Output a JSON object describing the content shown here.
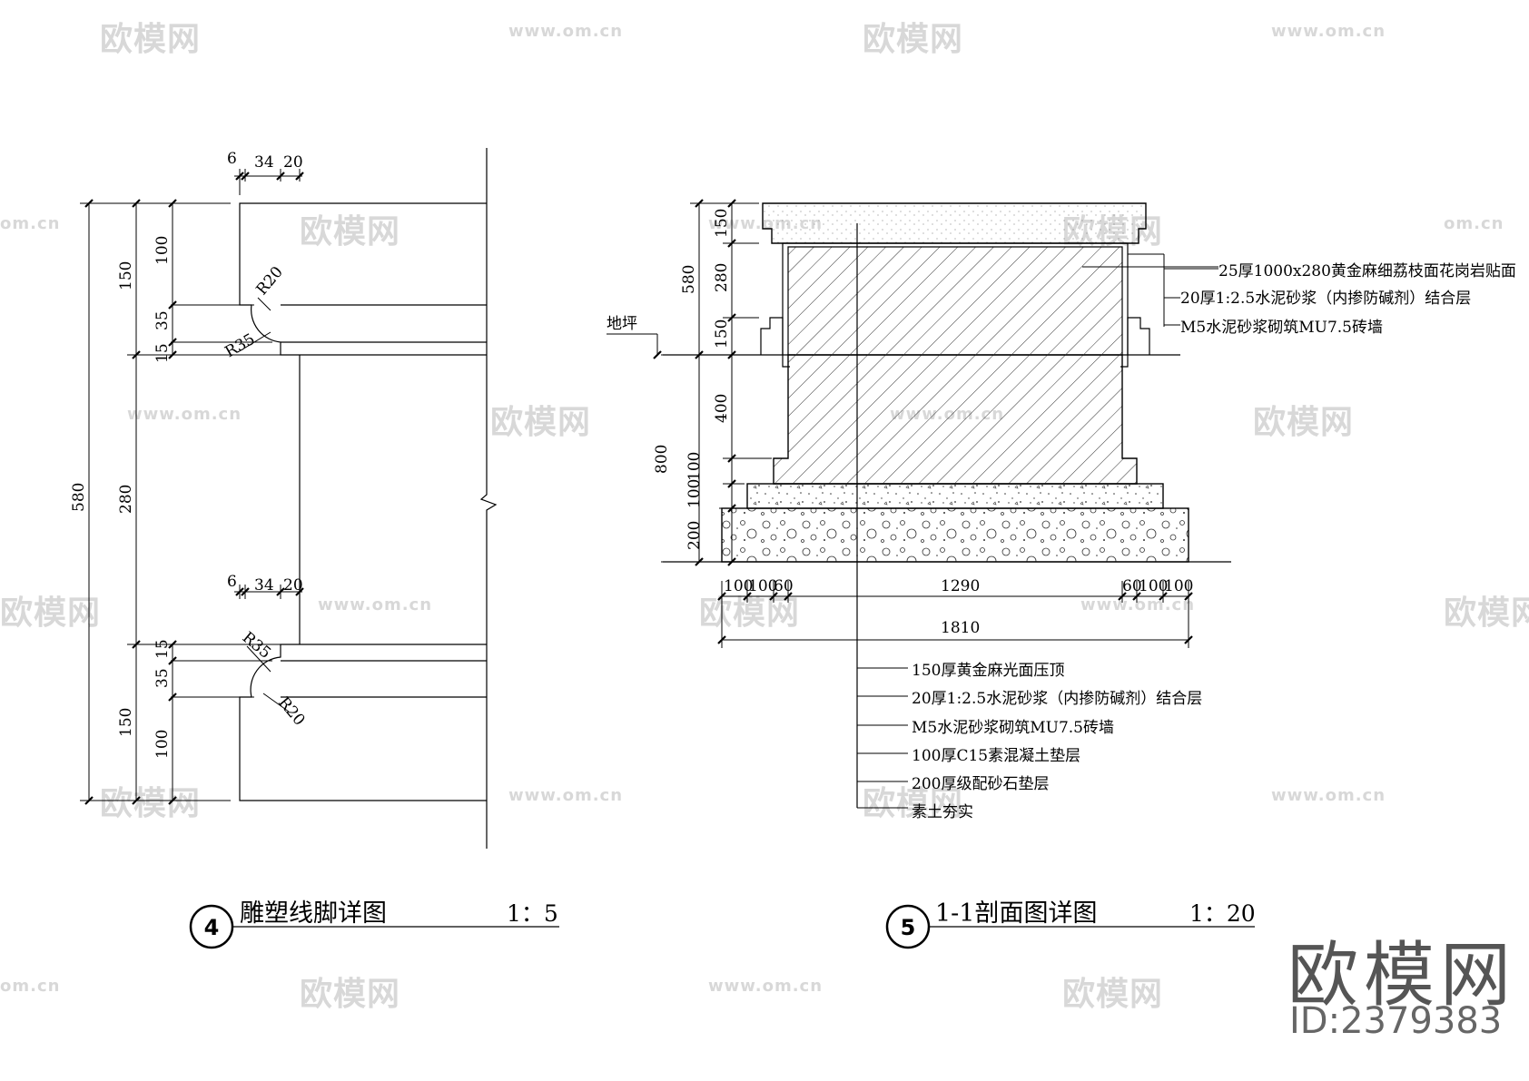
{
  "watermarks": {
    "logo_text": "欧模网",
    "url_text": "www.om.cn",
    "partial_url_text": "om.cn"
  },
  "brand": {
    "name": "欧模网",
    "id": "ID:2379383"
  },
  "detail4": {
    "number": "4",
    "title": "雕塑线脚详图",
    "scale": "1：5",
    "dims": {
      "top_a": "6",
      "top_b": "34",
      "top_c": "20",
      "mid_a": "6",
      "mid_b": "34",
      "mid_c": "20",
      "total": "580",
      "upper_150": "150",
      "upper_100": "100",
      "upper_35": "35",
      "upper_15": "15",
      "middle_280": "280",
      "lower_15": "15",
      "lower_35": "35",
      "lower_150": "150",
      "lower_100": "100",
      "r20_top": "R20",
      "r35_top": "R35",
      "r35_bottom": "R35",
      "r20_bottom": "R20"
    }
  },
  "detail5": {
    "number": "5",
    "title": "1-1剖面图详图",
    "scale": "1：20",
    "ground_label": "地坪",
    "dims": {
      "v150_top": "150",
      "v280": "280",
      "v150_bottom": "150",
      "v580": "580",
      "v400": "400",
      "v800": "800",
      "v100_a": "100",
      "v100_b": "100",
      "v200": "200",
      "h100_a": "100",
      "h100_b": "100",
      "h60_a": "60",
      "h1290": "1290",
      "h60_b": "60",
      "h100_c": "100",
      "h100_d": "100",
      "h1810": "1810"
    },
    "notes_right": [
      "25厚1000x280黄金麻细荔枝面花岗岩贴面",
      "20厚1:2.5水泥砂浆（内掺防碱剂）结合层",
      "M5水泥砂浆砌筑MU7.5砖墙"
    ],
    "notes_bottom": [
      "150厚黄金麻光面压顶",
      "20厚1:2.5水泥砂浆（内掺防碱剂）结合层",
      "M5水泥砂浆砌筑MU7.5砖墙",
      "100厚C15素混凝土垫层",
      "200厚级配砂石垫层",
      "素土夯实"
    ]
  }
}
